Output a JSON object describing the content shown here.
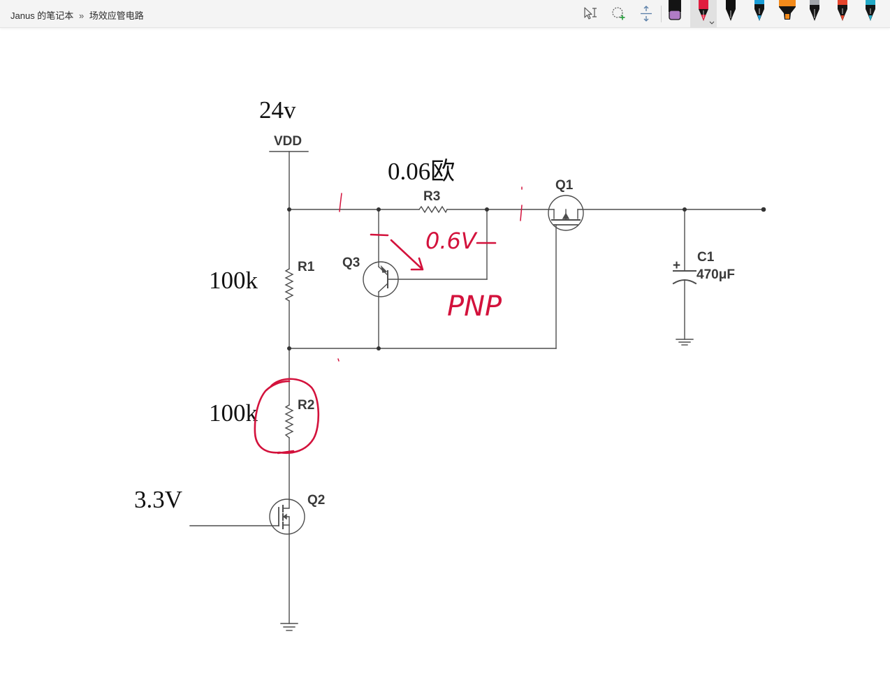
{
  "app": {
    "breadcrumb": {
      "notebook": "Janus 的笔记本",
      "separator": "»",
      "page": "场效应管电路"
    }
  },
  "toolbar": {
    "tools": [
      {
        "icon": "select-type-icon"
      },
      {
        "icon": "lasso-select-icon"
      },
      {
        "icon": "insert-space-icon"
      }
    ],
    "pens": [
      {
        "icon": "eraser-icon",
        "color": "#b07cc6"
      },
      {
        "icon": "pen-red-icon",
        "color": "#e11d3f",
        "selected": true
      },
      {
        "icon": "pen-black-icon",
        "color": "#111111"
      },
      {
        "icon": "pen-blue-icon",
        "color": "#1b9ed8"
      },
      {
        "icon": "highlighter-orange-icon",
        "color": "#f28a1b"
      },
      {
        "icon": "pen-gray-icon",
        "color": "#a2a6ab"
      },
      {
        "icon": "pen-red-orange-icon",
        "color": "#e5452c"
      },
      {
        "icon": "pen-teal-icon",
        "color": "#23a9c6"
      }
    ]
  },
  "canvas": {
    "labels": {
      "vdd_voltage": "24v",
      "vdd": "VDD",
      "r3_value": "0.06欧",
      "r3": "R3",
      "q1": "Q1",
      "q3": "Q3",
      "r1": "R1",
      "r1_value": "100k",
      "c1": "C1",
      "c1_polarity": "+",
      "c1_value": "470μF",
      "r2": "R2",
      "r2_value": "100k",
      "q2": "Q2",
      "gate_voltage": "3.3V"
    },
    "annotations": {
      "vbe": "0.6V",
      "q3_type": "PNP",
      "ink_color": "#d3123c"
    }
  }
}
